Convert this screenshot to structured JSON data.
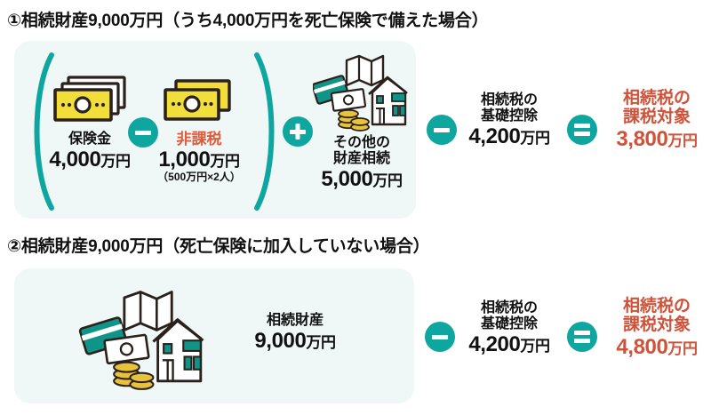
{
  "sections": [
    {
      "id": "case-1",
      "title": "①相続財産9,000万円（うち4,000万円を死亡保険で備えた場合）",
      "items": {
        "insurance": {
          "caption": "保険金",
          "amount": "4,000",
          "unit": "万円"
        },
        "nontaxable": {
          "caption": "非課税",
          "amount": "1,000",
          "unit": "万円",
          "note": "（500万円×2人）"
        },
        "other_assets": {
          "caption_line1": "その他の",
          "caption_line2": "財産相続",
          "amount": "5,000",
          "unit": "万円"
        },
        "basic_deduction": {
          "caption_line1": "相続税の",
          "caption_line2": "基礎控除",
          "amount": "4,200",
          "unit": "万円"
        },
        "taxable": {
          "caption_line1": "相続税の",
          "caption_line2": "課税対象",
          "amount": "3,800",
          "unit": "万円"
        }
      },
      "operators": {
        "op1": "minus",
        "op2": "plus",
        "op3": "minus",
        "op4": "equals"
      }
    },
    {
      "id": "case-2",
      "title": "②相続財産9,000万円（死亡保険に加入していない場合）",
      "items": {
        "estate": {
          "caption": "相続財産",
          "amount": "9,000",
          "unit": "万円"
        },
        "basic_deduction": {
          "caption_line1": "相続税の",
          "caption_line2": "基礎控除",
          "amount": "4,200",
          "unit": "万円"
        },
        "taxable": {
          "caption_line1": "相続税の",
          "caption_line2": "課税対象",
          "amount": "4,800",
          "unit": "万円"
        }
      },
      "operators": {
        "op1": "minus",
        "op2": "equals"
      }
    }
  ],
  "icons": {
    "bills_three": "banknote-stack-icon",
    "bills_two": "banknote-pair-icon",
    "asset_cluster": "assets-cluster-icon",
    "credit_card": "credit-card-icon",
    "banknote": "banknote-icon",
    "coins": "coin-stack-icon",
    "map": "map-icon",
    "house": "house-icon",
    "paren_left": "bracket-left-icon",
    "paren_right": "bracket-right-icon",
    "minus": "minus-circle-icon",
    "plus": "plus-circle-icon",
    "equals": "equals-circle-icon"
  },
  "colors": {
    "panel_bg": "#eff8f6",
    "teal": "#10a6a0",
    "accent_red": "#cf523a",
    "accent_orange": "#e05b3c",
    "bill_yellow": "#f2de3a",
    "ink": "#2a211c",
    "coin_gold": "#e8c33a"
  }
}
